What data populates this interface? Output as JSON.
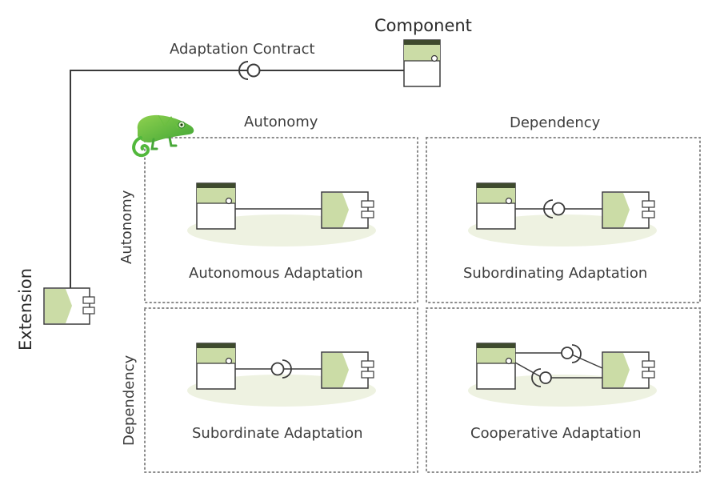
{
  "component_label": "Component",
  "contract_label": "Adaptation Contract",
  "extension_label": "Extension",
  "columns": [
    "Autonomy",
    "Dependency"
  ],
  "rows": [
    "Autonomy",
    "Dependency"
  ],
  "quadrants": [
    "Autonomous Adaptation",
    "Subordinating Adaptation",
    "Subordinate Adaptation",
    "Cooperative Adaptation"
  ],
  "colors": {
    "accent_green": "#cbdca6",
    "dark_green": "#3e4a2d",
    "ground": "#eef2e1",
    "line": "#3a3a3a",
    "dots": "#8a8a8a"
  },
  "icons": [
    "chameleon-icon"
  ]
}
